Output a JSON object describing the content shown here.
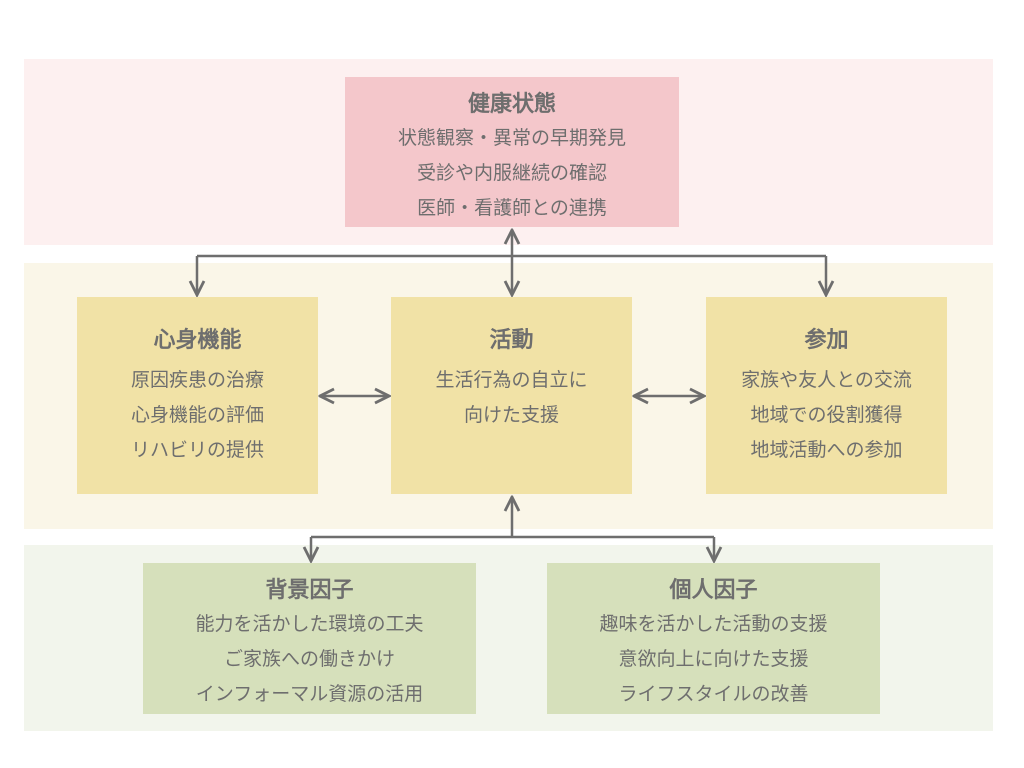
{
  "colors": {
    "band_top": "#fdf0f0",
    "band_mid": "#faf6e8",
    "band_bot": "#f2f5ec",
    "box_health": "#f4c7cb",
    "box_mid": "#f1e2a6",
    "box_bot": "#d6e0bb",
    "arrow": "#6e6e6e"
  },
  "health": {
    "title": "健康状態",
    "lines": [
      "状態観察・異常の早期発見",
      "受診や内服継続の確認",
      "医師・看護師との連携"
    ]
  },
  "body_function": {
    "title": "心身機能",
    "lines": [
      "原因疾患の治療",
      "心身機能の評価",
      "リハビリの提供"
    ]
  },
  "activity": {
    "title": "活動",
    "lines": [
      "生活行為の自立に",
      "向けた支援"
    ]
  },
  "participation": {
    "title": "参加",
    "lines": [
      "家族や友人との交流",
      "地域での役割獲得",
      "地域活動への参加"
    ]
  },
  "environmental": {
    "title": "背景因子",
    "lines": [
      "能力を活かした環境の工夫",
      "ご家族への働きかけ",
      "インフォーマル資源の活用"
    ]
  },
  "personal": {
    "title": "個人因子",
    "lines": [
      "趣味を活かした活動の支援",
      "意欲向上に向けた支援",
      "ライフスタイルの改善"
    ]
  }
}
